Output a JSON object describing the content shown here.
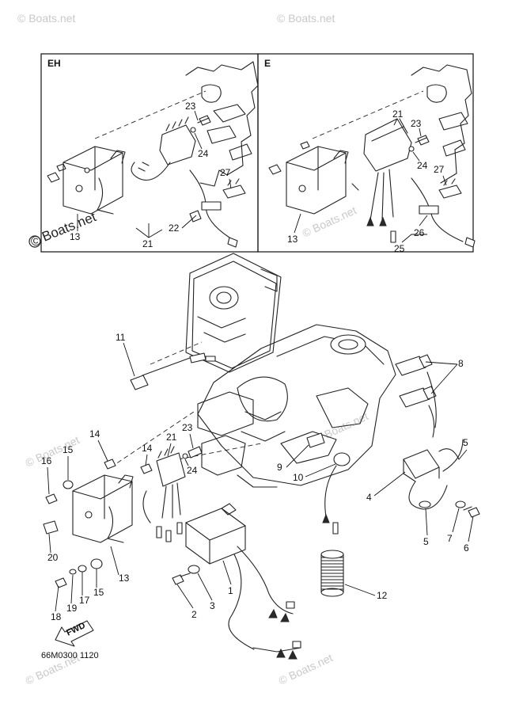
{
  "insets": {
    "left_tag": "EH",
    "right_tag": "E"
  },
  "callouts": {
    "eh_21": "21",
    "eh_22": "22",
    "eh_23": "23",
    "eh_24": "24",
    "eh_27": "27",
    "eh_13": "13",
    "e_21": "21",
    "e_23": "23",
    "e_24": "24",
    "e_25": "25",
    "e_26": "26",
    "e_27": "27",
    "e_13": "13",
    "m_1": "1",
    "m_2": "2",
    "m_3": "3",
    "m_4": "4",
    "m_5a": "5",
    "m_5b": "5",
    "m_6": "6",
    "m_7": "7",
    "m_8": "8",
    "m_9": "9",
    "m_10": "10",
    "m_11": "11",
    "m_12": "12",
    "m_13": "13",
    "m_14a": "14",
    "m_14b": "14",
    "m_15a": "15",
    "m_15b": "15",
    "m_16": "16",
    "m_17": "17",
    "m_18": "18",
    "m_19": "19",
    "m_20": "20",
    "m_21": "21",
    "m_23": "23",
    "m_24": "24"
  },
  "fwd_label": "FWD",
  "diagram_code": "66M0300 1120",
  "watermark": "© Boats.net",
  "watermark_copyright": "©",
  "watermark_text": "Boats.net"
}
